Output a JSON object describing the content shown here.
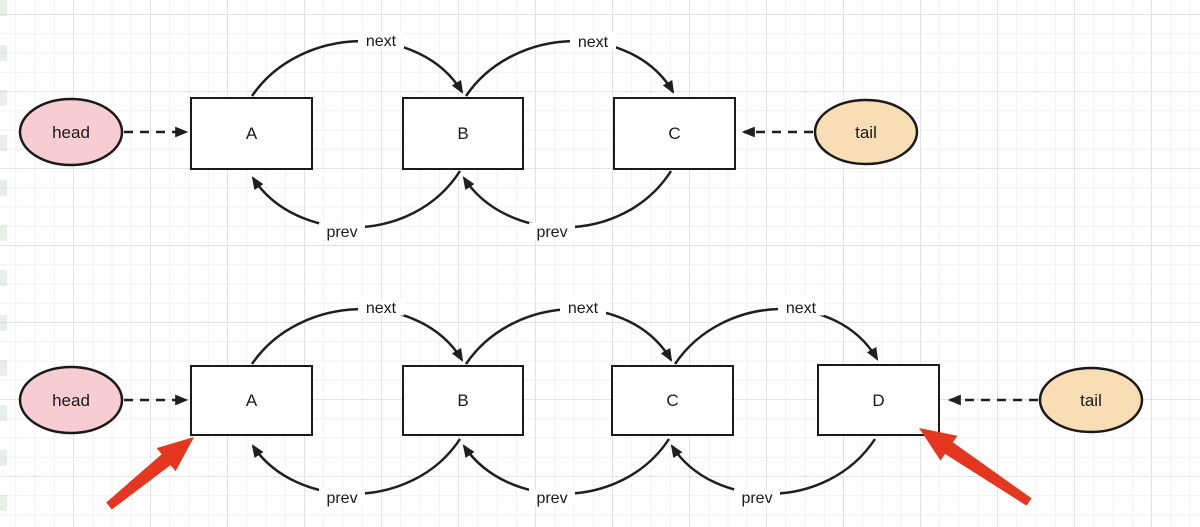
{
  "colors": {
    "head_fill": "#f8cdd2",
    "tail_fill": "#f8ddb5",
    "node_fill": "#ffffff",
    "stroke": "#1a1a1a",
    "red_arrow": "#e5361f",
    "grid_minor": "#f0f0f2",
    "grid_major": "#e3e3e6"
  },
  "top_list": {
    "head_label": "head",
    "tail_label": "tail",
    "nodes": [
      "A",
      "B",
      "C"
    ],
    "next_labels": [
      "next",
      "next"
    ],
    "prev_labels": [
      "prev",
      "prev"
    ]
  },
  "bottom_list": {
    "head_label": "head",
    "tail_label": "tail",
    "nodes": [
      "A",
      "B",
      "C",
      "D"
    ],
    "next_labels": [
      "next",
      "next",
      "next"
    ],
    "prev_labels": [
      "prev",
      "prev",
      "prev"
    ]
  }
}
